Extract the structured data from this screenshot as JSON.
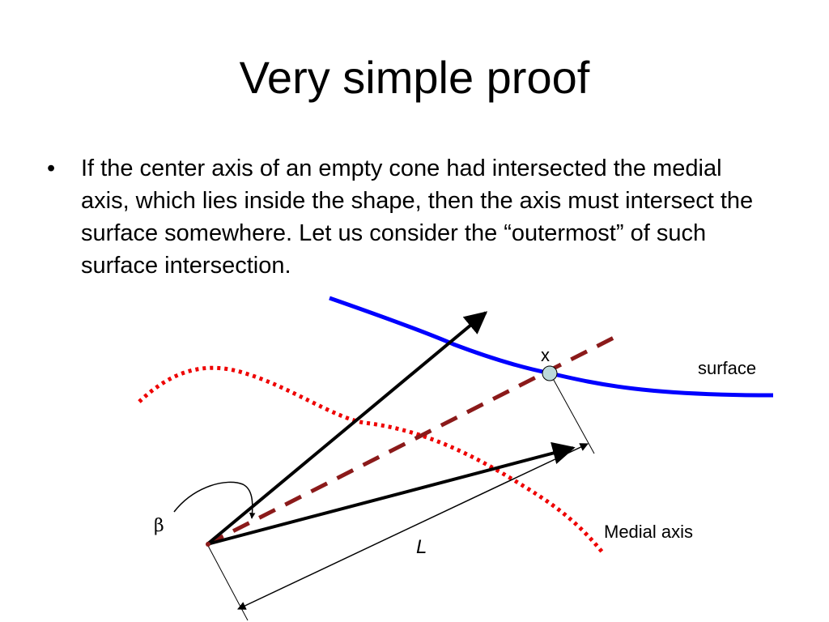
{
  "slide": {
    "title": "Very simple proof",
    "bullet_symbol": "•",
    "bullet_text": "If the center axis of an empty cone had intersected the medial axis, which lies inside the shape, then the axis must intersect the surface somewhere. Let us consider the “outermost” of such surface intersection."
  },
  "diagram": {
    "labels": {
      "x": "x",
      "surface": "surface",
      "medial_axis": "Medial axis",
      "beta": "β",
      "L": "L"
    },
    "colors": {
      "surface": "#0000ff",
      "medial_axis": "#ee0000",
      "center_axis": "#8b1a1a",
      "point_fill": "#bcd9da",
      "arrows": "#000000"
    }
  }
}
